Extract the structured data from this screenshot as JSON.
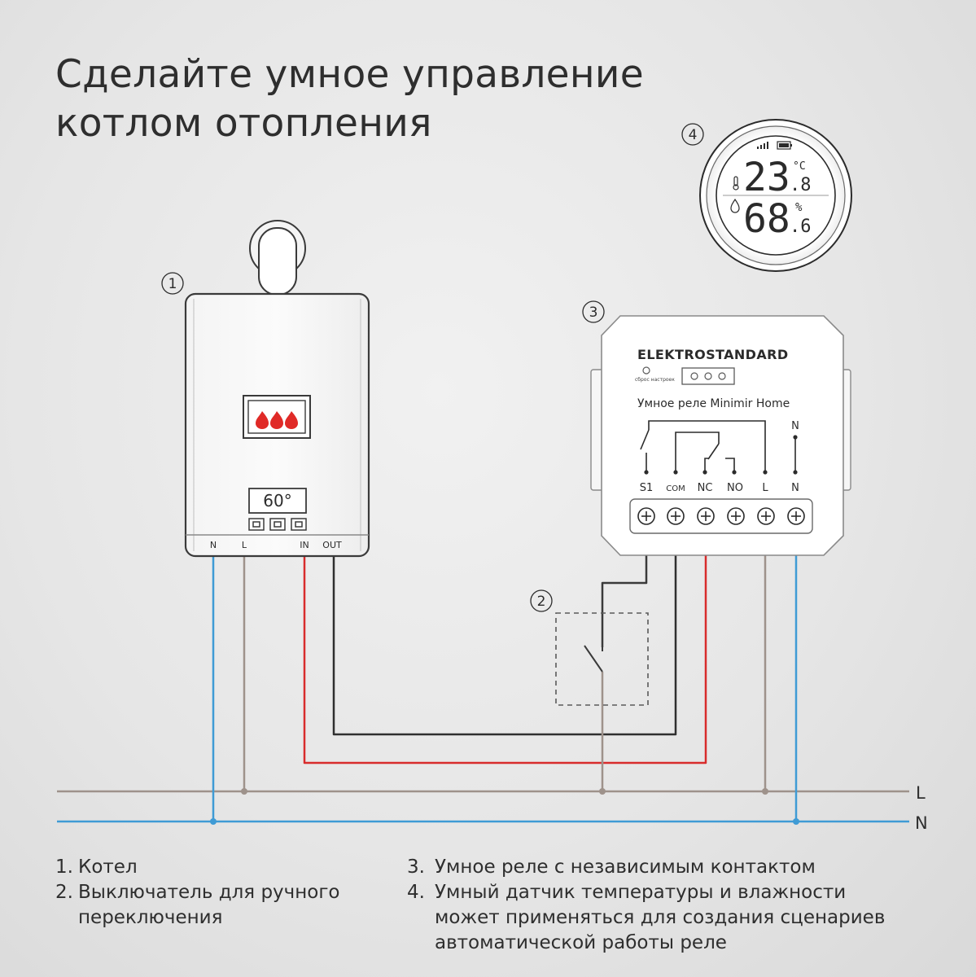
{
  "title": {
    "line1": "Сделайте умное управление",
    "line2": "котлом отопления"
  },
  "markers": {
    "boiler": "1",
    "switch": "2",
    "relay": "3",
    "sensor": "4"
  },
  "boiler": {
    "display_temp": "60°",
    "terminals": [
      "N",
      "L",
      "IN",
      "OUT"
    ]
  },
  "relay": {
    "brand": "ELEKTROSTANDARD",
    "reset_label": "сброс настроек",
    "name": "Умное реле Minimir Home",
    "schematic_n_label": "N",
    "terminals": [
      "S1",
      "COM",
      "NC",
      "NO",
      "L",
      "N"
    ]
  },
  "sensor": {
    "temperature": "23",
    "temperature_decimal": ".8",
    "temperature_unit": "°C",
    "humidity": "68",
    "humidity_decimal": ".6",
    "humidity_unit": "%"
  },
  "bus": {
    "line_label": "L",
    "neutral_label": "N"
  },
  "colors": {
    "line_wire": "#9e928b",
    "neutral_wire": "#3f9bd5",
    "in_wire": "#d82c2c",
    "out_wire": "#2f2f2f",
    "flame": "#e02a27"
  },
  "legend": {
    "left": [
      {
        "num": "1.",
        "text": "Котел"
      },
      {
        "num": "2.",
        "text": "Выключатель для ручного",
        "text2": "переключения"
      }
    ],
    "right": [
      {
        "num": "3.",
        "text": "Умное реле с независимым контактом"
      },
      {
        "num": "4.",
        "text": "Умный датчик температуры и влажности",
        "text2": "может применяться для создания сценариев",
        "text3": "автоматической работы реле"
      }
    ]
  }
}
